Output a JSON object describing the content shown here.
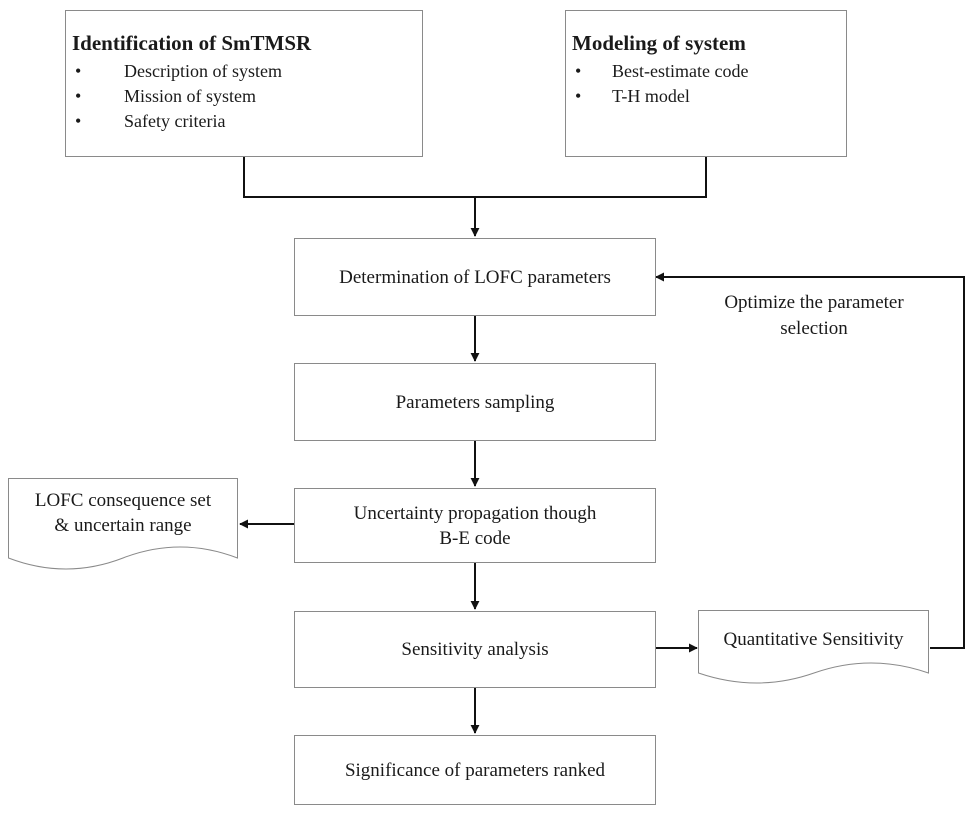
{
  "diagram": {
    "identification": {
      "title": "Identification of SmTMSR",
      "items": [
        "Description of system",
        "Mission of system",
        "Safety criteria"
      ]
    },
    "modeling": {
      "title": "Modeling of system",
      "items": [
        "Best-estimate code",
        "T-H model"
      ]
    },
    "steps": {
      "determination": "Determination of LOFC parameters",
      "sampling": "Parameters sampling",
      "propagation_line1": "Uncertainty propagation though",
      "propagation_line2": "B-E code",
      "sensitivity": "Sensitivity analysis",
      "ranking": "Significance of parameters ranked"
    },
    "documents": {
      "consequence_line1": "LOFC consequence set",
      "consequence_line2": "& uncertain range",
      "quantitative": "Quantitative Sensitivity"
    },
    "feedback": {
      "line1": "Optimize the parameter",
      "line2": "selection"
    }
  }
}
